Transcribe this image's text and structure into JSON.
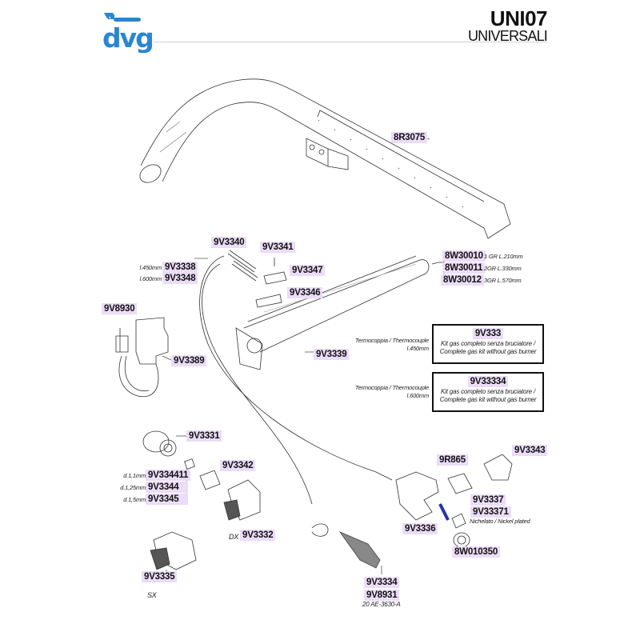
{
  "header": {
    "brand": "dvg",
    "brand_color": "#2a86d1",
    "title": "UNI07",
    "subtitle": "UNIVERSALI"
  },
  "label_color": "#ebdcf7",
  "parts": {
    "burner_tube": {
      "code": "8R3075"
    },
    "electrode": {
      "code": "9V3340"
    },
    "screw": {
      "code": "9V3341"
    },
    "electrode_l450": {
      "code": "9V3338",
      "note": "l.450mm"
    },
    "electrode_l600": {
      "code": "9V3348",
      "note": "l.600mm"
    },
    "bracket_top": {
      "code": "9V3347"
    },
    "bracket_comb": {
      "code": "9V3346"
    },
    "burner_1gr": {
      "code": "8W30010",
      "note": "1 GR L.210mm"
    },
    "burner_2gr": {
      "code": "8W30011",
      "note": "2GR L.330mm"
    },
    "burner_3gr": {
      "code": "8W30012",
      "note": "3GR L.570mm"
    },
    "piezo": {
      "code": "9V8930"
    },
    "valve_unit": {
      "code": "9V3389"
    },
    "thermocouple": {
      "code": "9V3339"
    },
    "air_shutter": {
      "code": "9V3331"
    },
    "nipple": {
      "code": "9V3342"
    },
    "injector_11": {
      "code": "9V334411",
      "note": "d.1,1mm"
    },
    "injector_125": {
      "code": "9V3344",
      "note": "d.1,25mm"
    },
    "injector_15": {
      "code": "9V3345",
      "note": "d.1,5mm"
    },
    "tap_dx": {
      "code": "9V3332",
      "note": "DX"
    },
    "tap_sx": {
      "code": "9V3335",
      "note": "SX"
    },
    "hex_coupling": {
      "code": "9R865"
    },
    "elbow": {
      "code": "9V3343"
    },
    "tee": {
      "code": "9V3336"
    },
    "nut": {
      "code": "9V3337"
    },
    "nut_nickel": {
      "code": "9V33371",
      "note": "Nichelato / Nickel plated"
    },
    "washer": {
      "code": "8W010350"
    },
    "valve_shaft": {
      "code": "9V3334"
    },
    "valve_shaft_alt": {
      "code": "9V8931",
      "note": "20 AE-3630-A"
    }
  },
  "kits": [
    {
      "code": "9V333",
      "side_note_1": "Termocoppia / Thermocouple",
      "side_note_2": "l.450mm",
      "desc_1": "Kit gas completo senza bruciatore /",
      "desc_2": "Complete gas kit without gas burner"
    },
    {
      "code": "9V33334",
      "side_note_1": "Termocoppia / Thermocouple",
      "side_note_2": "l.600mm",
      "desc_1": "Kit gas completo senza bruciatore /",
      "desc_2": "Complete gas kit without gas burner"
    }
  ]
}
